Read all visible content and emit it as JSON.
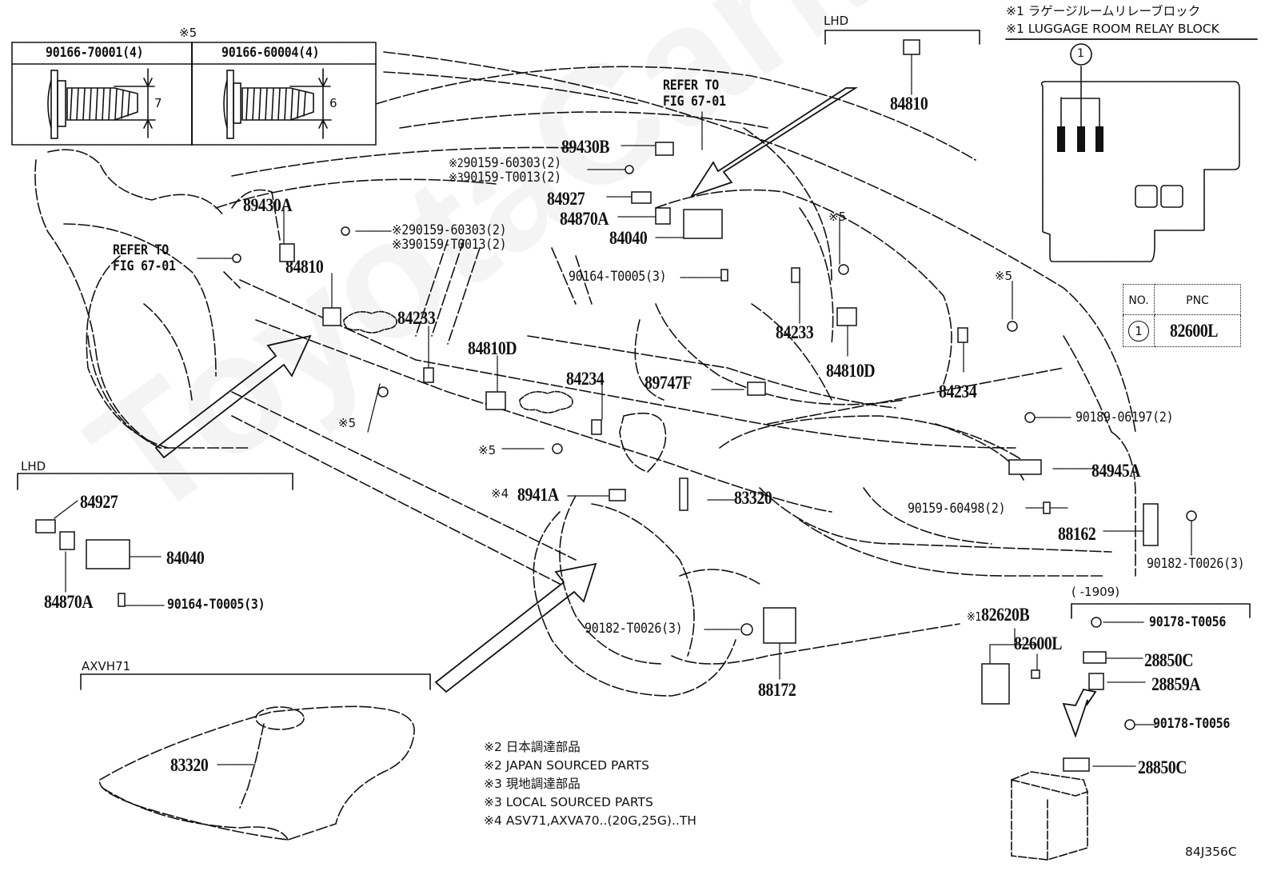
{
  "diagram": {
    "figure_id": "84J356C",
    "watermark": "ToyotaCarMine.ru",
    "screw_table": {
      "marker": "※5",
      "columns": [
        {
          "part": "90166-70001(4)",
          "dimension": "7"
        },
        {
          "part": "90166-60004(4)",
          "dimension": "6"
        }
      ]
    },
    "relay_block": {
      "title_jp": "※1 ラゲージルームリレーブロック",
      "title_en": "※1 LUGGAGE ROOM RELAY BLOCK",
      "callout": "1",
      "pnc_table": {
        "headers": [
          "NO.",
          "PNC"
        ],
        "rows": [
          {
            "no": "1",
            "pnc": "82600L"
          }
        ]
      }
    },
    "group_labels": {
      "lhd_top": "LHD",
      "lhd_left": "LHD",
      "axvh71": "AXVH71",
      "range": "(        -1909)"
    },
    "parts": {
      "p84810_top": "84810",
      "refer_top_1": "REFER TO",
      "refer_top_2": "FIG 67-01",
      "p89430B": "89430B",
      "screw_a_1_mark": "※2",
      "screw_a_1": "90159-60303(2)",
      "screw_a_2_mark": "※3",
      "screw_a_2": "90159-T0013(2)",
      "p84927": "84927",
      "p84870A": "84870A",
      "p84040": "84040",
      "p90164": "90164-T0005(3)",
      "p89430A": "89430A",
      "screw_b_1": "※290159-60303(2)",
      "screw_b_2": "※390159-T0013(2)",
      "refer_left_1": "REFER TO",
      "refer_left_2": "FIG 67-01",
      "p84810_left": "84810",
      "p84233_left": "84233",
      "p84810D_left": "84810D",
      "p84234_mid": "84234",
      "mark5_a": "※5",
      "mark5_b": "※5",
      "mark4": "※4",
      "p8941A": "8941A",
      "p83320": "83320",
      "p89747F": "89747F",
      "mark5_c": "※5",
      "p84233_right": "84233",
      "p84810D_right": "84810D",
      "mark5_d": "※5",
      "p84234_right": "84234",
      "p90189": "90189-06197(2)",
      "p84945A": "84945A",
      "p90159_60498": "90159-60498(2)",
      "p88162": "88162",
      "p90182_right": "90182-T0026(3)",
      "p90182_mid": "90182-T0026(3)",
      "p88172": "88172",
      "mark1": "※1",
      "p82620B": "82620B",
      "p82600L": "82600L",
      "p90178_a": "90178-T0056",
      "p28850C_a": "28850C",
      "p28859A": "28859A",
      "p90178_b": "90178-T0056",
      "p28850C_b": "28850C",
      "lhd_84927": "84927",
      "lhd_84040": "84040",
      "lhd_84870A": "84870A",
      "lhd_90164": "90164-T0005(3)",
      "tank_83320": "83320"
    },
    "notes": [
      "※2 日本調達部品",
      "※2 JAPAN SOURCED PARTS",
      "※3 現地調達部品",
      "※3 LOCAL SOURCED PARTS",
      "※4 ASV71,AXVA70..(20G,25G)..TH"
    ]
  }
}
